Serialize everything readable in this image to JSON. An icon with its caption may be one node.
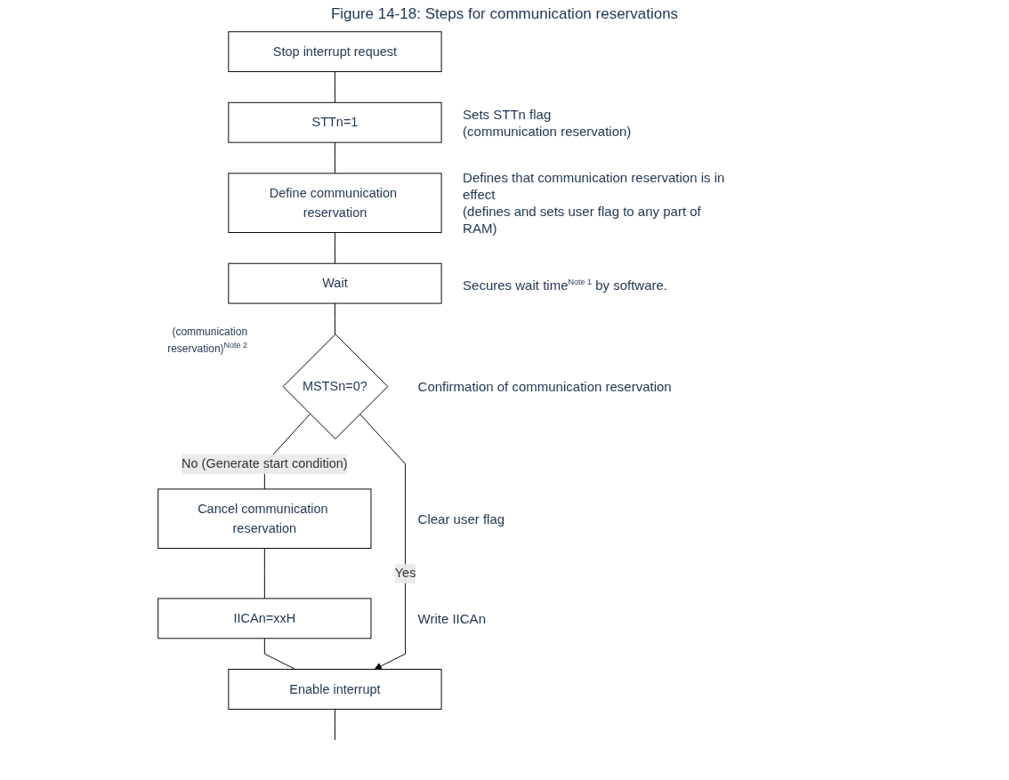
{
  "diagram": {
    "title": "Figure 14-18: Steps for communication reservations",
    "nodes": [
      {
        "text": [
          "Stop interrupt request"
        ]
      },
      {
        "text": [
          "STTn=1"
        ],
        "beside": [
          "Sets STTn flag",
          "(communication reservation)"
        ]
      },
      {
        "text": [
          "Define communication reservation"
        ],
        "beside": [
          "Defines that communication reservation is in effect",
          "(defines and sets user flag to any part of RAM)"
        ]
      },
      {
        "text": [
          "Wait"
        ],
        "beside": [
          "Secures wait time$^{Note 1}$ by software."
        ]
      },
      {
        "text": [
          "MSTSn=0?"
        ],
        "beside": [
          "Confirmation of communication reservation"
        ]
      },
      {
        "text": [
          "Cancel communication reservation"
        ],
        "beside": [
          "Clear user flag"
        ]
      },
      {
        "text": [
          "IICAn=xxH"
        ],
        "beside": [
          "Write IICAn"
        ]
      },
      {
        "text": [
          "Enable interrupt"
        ]
      }
    ],
    "edges": [
      {
        "from": 0,
        "to": 1,
        "arrow": "none"
      },
      {
        "from": 1,
        "to": 2,
        "arrow": "none"
      },
      {
        "from": 2,
        "to": 3,
        "arrow": "none"
      },
      {
        "from": 3,
        "to": 4,
        "arrow": "none"
      },
      {
        "from": 4,
        "to": 5,
        "arrow": "none",
        "label": "No (Generate start condition)"
      },
      {
        "from": 5,
        "to": 6,
        "arrow": "none"
      },
      {
        "from": 6,
        "to": 7,
        "arrow": "none"
      },
      {
        "from": 4,
        "to": 7,
        "arrow": "to",
        "label": "Yes"
      },
      {
        "from": 7,
        "to": null,
        "arrow": "none"
      }
    ],
    "labels": [
      "(communication reservation)$^{Note 2}$"
    ]
  }
}
